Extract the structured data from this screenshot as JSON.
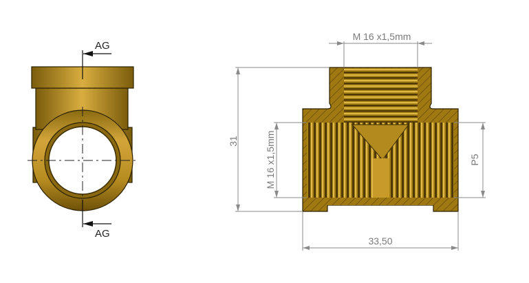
{
  "section_label_top": "AG",
  "section_label_bottom": "AG",
  "dimensions": {
    "top_thread": "M 16 x1,5mm",
    "height": "31",
    "side_thread": "M 16 x1,5mm",
    "right_port": "P5",
    "width": "33,50"
  },
  "colors": {
    "brass_light": "#d4a632",
    "brass_mid": "#b08418",
    "brass_dark": "#6e5008",
    "dimension": "#8a8a8a"
  }
}
